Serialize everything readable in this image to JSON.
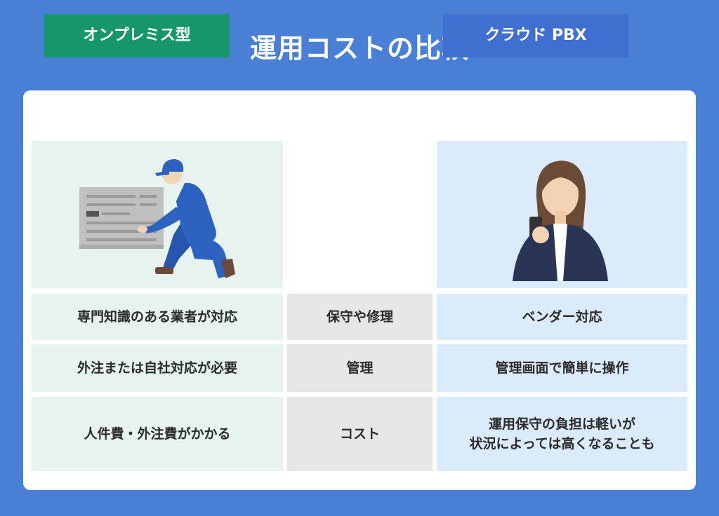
{
  "title": "運用コストの比較",
  "left": {
    "label": "オンプレミス型"
  },
  "right": {
    "label": "クラウド PBX"
  },
  "rows": [
    {
      "left": "専門知識のある業者が対応",
      "middle": "保守や修理",
      "right": "ベンダー対応"
    },
    {
      "left": "外注または自社対応が必要",
      "middle": "管理",
      "right": "管理画面で簡単に操作"
    },
    {
      "left": "人件費・外注費がかかる",
      "middle": "コスト",
      "right": "運用保守の負担は軽いが\n状況によっては高くなることも"
    }
  ],
  "colors": {
    "background": "#4a7fd6",
    "onpremise_accent": "#15976b",
    "cloud_accent": "#3f6fd1",
    "onpremise_cell": "#e6f3ef",
    "cloud_cell": "#dcebfb",
    "middle_cell": "#e6e6e6"
  }
}
